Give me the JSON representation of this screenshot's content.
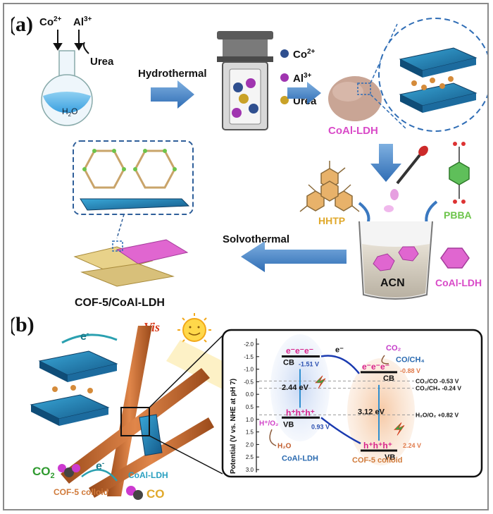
{
  "panel_a": {
    "label": "(a)",
    "reagents": {
      "co": "Co",
      "co_sup": "2+",
      "al": "Al",
      "al_sup": "3+",
      "urea": "Urea"
    },
    "flask_label": "H",
    "flask_sub": "2",
    "flask_tail": "O",
    "hydrothermal": "Hydrothermal",
    "legend": [
      {
        "text": "Co",
        "sup": "2+",
        "color": "#2f4f8f"
      },
      {
        "text": "Al",
        "sup": "3+",
        "color": "#a035b0"
      },
      {
        "text": "Urea",
        "sup": "",
        "color": "#c9a227"
      }
    ],
    "ldh_label": "CoAl-LDH",
    "hhtp": "HHTP",
    "pbba": "PBBA",
    "acn": "ACN",
    "ldh_hex_label": "CoAl-LDH",
    "solvothermal": "Solvothermal",
    "product": "COF-5/CoAl-LDH"
  },
  "panel_b": {
    "label": "(b)",
    "vis": "Vis",
    "electron": "e",
    "electron_sup": "-",
    "co2": "CO",
    "co2_sub": "2",
    "co": "CO",
    "cof_colloid": "COF-5 colloid",
    "ldh": "CoAl-LDH",
    "axis_label": "Potential (V vs. NHE at pH 7)",
    "ticks": [
      "-2.0",
      "-1.5",
      "-1.0",
      "-0.5",
      "0.0",
      "0.5",
      "1.0",
      "1.5",
      "2.0",
      "2.5",
      "3.0"
    ],
    "ldh_cb": "CB",
    "ldh_vb": "VB",
    "ldh_cb_val": "-1.51 V",
    "ldh_vb_val": "0.93 V",
    "ldh_gap": "2.44 eV",
    "cof_cb": "CB",
    "cof_vb": "VB",
    "cof_cb_val": "-0.88 V",
    "cof_vb_val": "2.24 V",
    "cof_gap": "3.12 eV",
    "ref_lines": [
      {
        "text": "CO₂/CO -0.53 V",
        "value": -0.53
      },
      {
        "text": "CO₂/CH₄ -0.24 V",
        "value": -0.24
      },
      {
        "text": "H₂O/O₂ +0.82 V",
        "value": 0.82
      }
    ],
    "electrons": "e⁻e⁻e⁻",
    "holes": "h⁺h⁺h⁺",
    "e_minus": "e⁻",
    "co2_top": "CO₂",
    "co_ch4": "CO/CH₄",
    "h_o2": "H⁺/O₂",
    "h2o": "H₂O",
    "ldh_name": "CoAl-LDH",
    "cof_name": "COF-5 colloid"
  }
}
